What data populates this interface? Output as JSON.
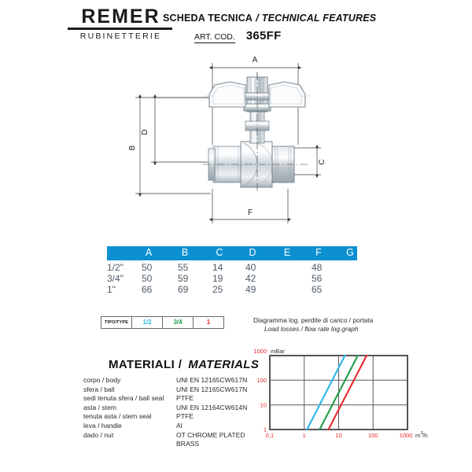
{
  "header": {
    "logo_main": "REMER",
    "logo_sub": "RUBINETTERIE",
    "title_it": "SCHEDA TECNICA",
    "title_sep": "/",
    "title_en": "TECHNICAL FEATURES",
    "art_cod_label": "ART. COD.",
    "art_cod_value": "365FF"
  },
  "drawing": {
    "dim_a": "A",
    "dim_b": "B",
    "dim_c": "C",
    "dim_d": "D",
    "dim_f": "F"
  },
  "dim_table": {
    "columns": [
      "A",
      "B",
      "C",
      "D",
      "E",
      "F",
      "G"
    ],
    "rows": [
      {
        "size": "1/2\"",
        "A": "50",
        "B": "55",
        "C": "14",
        "D": "40",
        "E": "",
        "F": "48",
        "G": ""
      },
      {
        "size": "3/4\"",
        "A": "50",
        "B": "59",
        "C": "19",
        "D": "42",
        "E": "",
        "F": "56",
        "G": ""
      },
      {
        "size": "1\"",
        "A": "66",
        "B": "69",
        "C": "25",
        "D": "49",
        "E": "",
        "F": "65",
        "G": ""
      }
    ],
    "header_color": "#0c90d1"
  },
  "tipo_legend": {
    "label": "TIPO/TYPE",
    "items": [
      {
        "value": "1/2",
        "color": "#29b6e8"
      },
      {
        "value": "3/4",
        "color": "#1f9c4a"
      },
      {
        "value": "1",
        "color": "#e8292c"
      }
    ]
  },
  "materials": {
    "title_it": "MATERIALI /",
    "title_en": "MATERIALS",
    "rows": [
      {
        "key": "corpo / body",
        "value": "UNI EN 12165CW617N"
      },
      {
        "key": "sfera / ball",
        "value": "UNI EN 12165CW617N"
      },
      {
        "key": "sedi tenuta sfera / ball seal",
        "value": "PTFE"
      },
      {
        "key": "asta / stem",
        "value": "UNI EN 12164CW614N"
      },
      {
        "key": "tenuta asta / stem seal",
        "value": "PTFE"
      },
      {
        "key": "leva  / handle",
        "value": "Al"
      },
      {
        "key": "dado / nut",
        "value": "OT  CHROME PLATED"
      },
      {
        "key": "",
        "value": "BRASS"
      }
    ]
  },
  "chart_data": {
    "type": "line",
    "title": "Diagramma log. perdite di carico / portata",
    "subtitle": "Load losses / flow rate log.graph",
    "xlabel": "m³/h",
    "ylabel": "mBar",
    "xscale": "log",
    "yscale": "log",
    "xlim": [
      0.1,
      1000
    ],
    "ylim": [
      1,
      1000
    ],
    "xticks": [
      "0,1",
      "1",
      "10",
      "100",
      "1000"
    ],
    "yticks": [
      "1",
      "10",
      "100",
      "1000"
    ],
    "grid": true,
    "legend_position": "external-left",
    "series": [
      {
        "name": "1/2",
        "color": "#29b6e8",
        "points": [
          [
            1.2,
            1
          ],
          [
            16,
            1000
          ]
        ]
      },
      {
        "name": "3/4",
        "color": "#1f9c4a",
        "points": [
          [
            2.8,
            1
          ],
          [
            38,
            1000
          ]
        ]
      },
      {
        "name": "1",
        "color": "#e8292c",
        "points": [
          [
            5.0,
            1
          ],
          [
            70,
            1000
          ]
        ]
      }
    ],
    "axis_label_color": "#e8292c"
  }
}
